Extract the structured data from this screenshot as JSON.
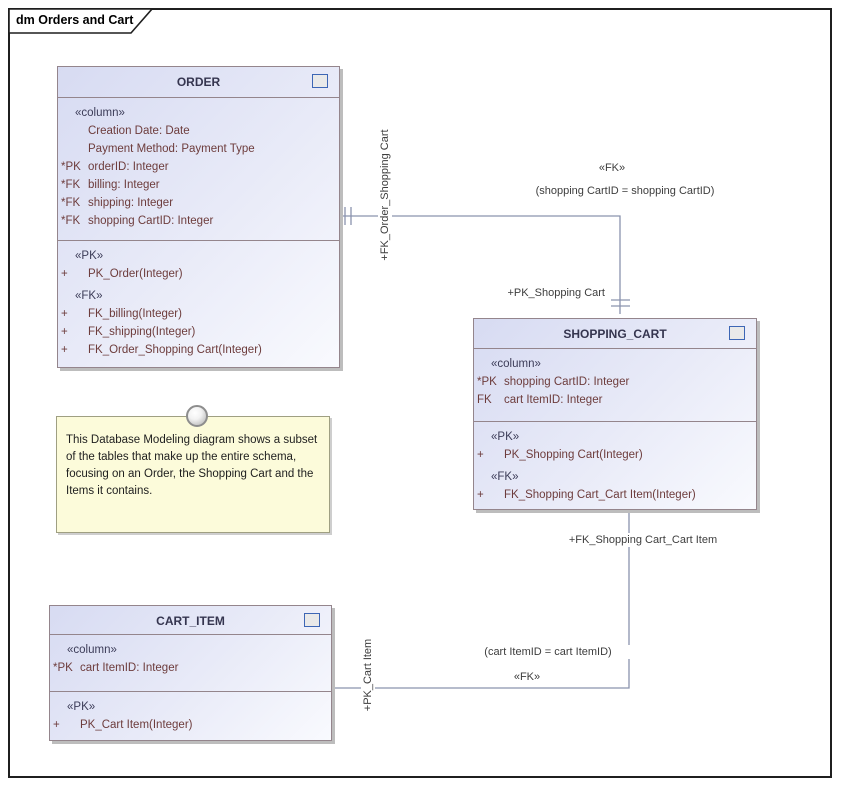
{
  "frame": {
    "tab_label": "dm Orders and Cart"
  },
  "colors": {
    "table_fill_start": "#d7dbf2",
    "table_fill_end": "#f9fafe",
    "table_border": "#94858c",
    "table_name_text": "#35354f",
    "member_text": "#6d3c3c",
    "stereotype_text": "#3c3c58",
    "connector_line": "#8a93ae",
    "note_fill": "#fcfbda",
    "label_text": "#3d3d3d",
    "icon_blue": "#2f62c8"
  },
  "tables": {
    "order": {
      "name": "ORDER",
      "column_stereotype": "«column»",
      "attributes": [
        {
          "prefix": "",
          "text": "Creation Date: Date"
        },
        {
          "prefix": "",
          "text": "Payment Method: Payment Type"
        },
        {
          "prefix": "*PK",
          "text": "orderID: Integer"
        },
        {
          "prefix": "*FK",
          "text": "billing: Integer"
        },
        {
          "prefix": "*FK",
          "text": "shipping: Integer"
        },
        {
          "prefix": "*FK",
          "text": "shopping CartID: Integer"
        }
      ],
      "pk_stereotype": "«PK»",
      "pk_ops": [
        {
          "prefix": "+",
          "text": "PK_Order(Integer)"
        }
      ],
      "fk_stereotype": "«FK»",
      "fk_ops": [
        {
          "prefix": "+",
          "text": "FK_billing(Integer)"
        },
        {
          "prefix": "+",
          "text": "FK_shipping(Integer)"
        },
        {
          "prefix": "+",
          "text": "FK_Order_Shopping Cart(Integer)"
        }
      ]
    },
    "shopping_cart": {
      "name": "SHOPPING_CART",
      "column_stereotype": "«column»",
      "attributes": [
        {
          "prefix": "*PK",
          "text": "shopping CartID: Integer"
        },
        {
          "prefix": "FK",
          "text": "cart ItemID: Integer"
        }
      ],
      "pk_stereotype": "«PK»",
      "pk_ops": [
        {
          "prefix": "+",
          "text": "PK_Shopping Cart(Integer)"
        }
      ],
      "fk_stereotype": "«FK»",
      "fk_ops": [
        {
          "prefix": "+",
          "text": "FK_Shopping Cart_Cart Item(Integer)"
        }
      ]
    },
    "cart_item": {
      "name": "CART_ITEM",
      "column_stereotype": "«column»",
      "attributes": [
        {
          "prefix": "*PK",
          "text": "cart ItemID: Integer"
        }
      ],
      "pk_stereotype": "«PK»",
      "pk_ops": [
        {
          "prefix": "+",
          "text": "PK_Cart Item(Integer)"
        }
      ]
    }
  },
  "note": {
    "text": "This Database Modeling diagram shows a subset of the tables that make up the entire schema, focusing on an Order, the Shopping Cart and the Items it contains."
  },
  "connectors": {
    "order_shopping": {
      "source_role": "+FK_Order_Shopping Cart",
      "stereotype": "«FK»",
      "constraint": "(shopping CartID = shopping CartID)",
      "target_role": "+PK_Shopping Cart"
    },
    "shopping_cart_item": {
      "source_role": "+FK_Shopping Cart_Cart Item",
      "constraint": "(cart ItemID = cart ItemID)",
      "stereotype": "«FK»",
      "target_role": "+PK_Cart Item"
    }
  }
}
